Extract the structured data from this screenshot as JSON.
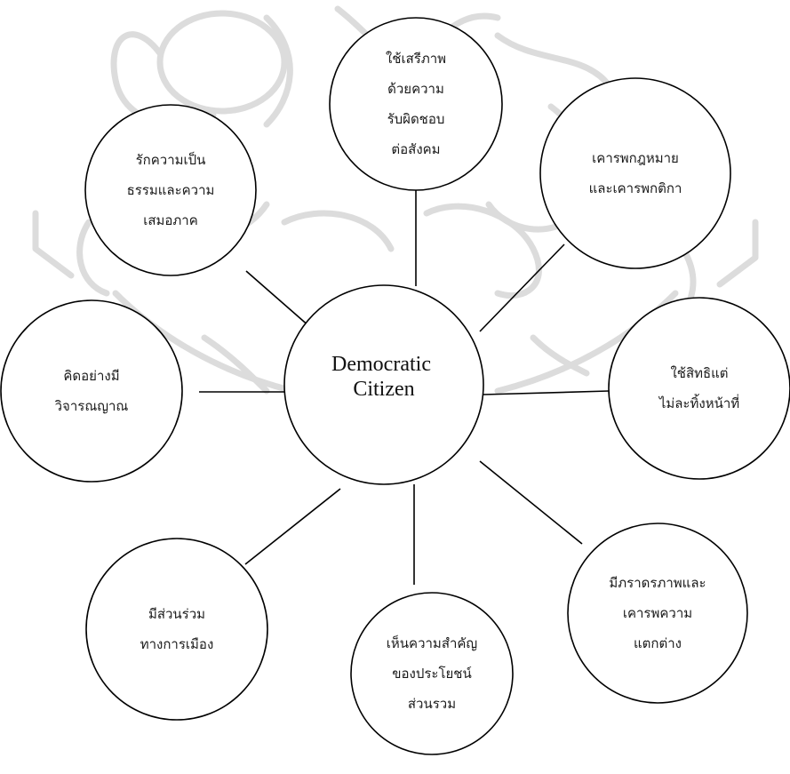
{
  "diagram": {
    "center": {
      "lines": [
        "Democratic",
        "Citizen"
      ]
    },
    "nodes": [
      {
        "id": "top",
        "lines": [
          "ใช้เสรีภาพ",
          "ด้วยความ",
          "รับผิดชอบ",
          "ต่อสังคม"
        ]
      },
      {
        "id": "top-right",
        "lines": [
          "เคารพกฎหมาย",
          "และเคารพกติกา"
        ]
      },
      {
        "id": "right",
        "lines": [
          "ใช้สิทธิแต่",
          "ไม่ละทิ้งหน้าที่"
        ]
      },
      {
        "id": "bottom-right",
        "lines": [
          "มีภราดรภาพและ",
          "เคารพความ",
          "แตกต่าง"
        ]
      },
      {
        "id": "bottom",
        "lines": [
          "เห็นความสำคัญ",
          "ของประโยชน์",
          "ส่วนรวม"
        ]
      },
      {
        "id": "bottom-left",
        "lines": [
          "มีส่วนร่วม",
          "ทางการเมือง"
        ]
      },
      {
        "id": "left",
        "lines": [
          "คิดอย่างมี",
          "วิจารณญาณ"
        ]
      },
      {
        "id": "top-left",
        "lines": [
          "รักความเป็น",
          "ธรรมและความ",
          "เสมอภาค"
        ]
      }
    ]
  }
}
